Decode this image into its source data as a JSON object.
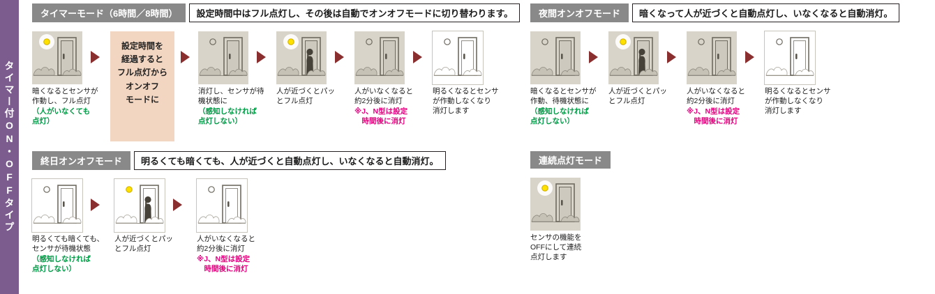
{
  "sidebar": {
    "label": "タイマー付ON・OFFタイプ"
  },
  "colors": {
    "sidebar_bg": "#7c5b8e",
    "header_bg": "#898989",
    "header_text": "#ffffff",
    "desc_border": "#231f20",
    "arrow": "#8a2f30",
    "scene_dark_bg": "#d9d4ca",
    "scene_bright_bg": "#ffffff",
    "lamp_on": "#ffe100",
    "glow": "#ffffff",
    "note_green": "#009944",
    "note_magenta": "#e4007f",
    "textbox_bg": "#f3d6c1"
  },
  "sections": [
    {
      "title": "タイマーモード（6時間／8時間）",
      "description": "設定時間中はフル点灯し、その後は自動でオンオフモードに切り替わります。",
      "steps": [
        {
          "scene": "dark-lit",
          "caption": "暗くなるとセンサが\n作動し、フル点灯",
          "note_green": "（人がいなくても\n点灯）"
        },
        {
          "textbox": "設定時間を\n経過すると\nフル点灯から\nオンオフ\nモードに"
        },
        {
          "scene": "dark-off",
          "caption": "消灯し、センサが待\n機状態に",
          "note_green": "（感知しなければ\n点灯しない）"
        },
        {
          "scene": "dark-person-lit",
          "caption": "人が近づくとパッ\nとフル点灯"
        },
        {
          "scene": "dark-off",
          "caption": "人がいなくなると\n約2分後に消灯",
          "note_magenta": "※J、N型は設定\n　時間後に消灯"
        },
        {
          "scene": "bright-off",
          "caption": "明るくなるとセンサ\nが作動しなくなり\n消灯します"
        }
      ]
    },
    {
      "title": "夜間オンオフモード",
      "description": "暗くなって人が近づくと自動点灯し、いなくなると自動消灯。",
      "steps": [
        {
          "scene": "dark-off",
          "caption": "暗くなるとセンサが\n作動、待機状態に",
          "note_green": "（感知しなければ\n点灯しない）"
        },
        {
          "scene": "dark-person-lit",
          "caption": "人が近づくとパッ\nとフル点灯"
        },
        {
          "scene": "dark-off",
          "caption": "人がいなくなると\n約2分後に消灯",
          "note_magenta": "※J、N型は設定\n　時間後に消灯"
        },
        {
          "scene": "bright-off",
          "caption": "明るくなるとセンサ\nが作動しなくなり\n消灯します"
        }
      ]
    },
    {
      "title": "終日オンオフモード",
      "description": "明るくても暗くても、人が近づくと自動点灯し、いなくなると自動消灯。",
      "steps": [
        {
          "scene": "bright-off",
          "caption": "明るくても暗くても、\nセンサが待機状態",
          "note_green": "（感知しなければ\n点灯しない）"
        },
        {
          "scene": "bright-person-lit",
          "caption": "人が近づくとパッ\nとフル点灯"
        },
        {
          "scene": "bright-off",
          "caption": "人がいなくなると\n約2分後に消灯",
          "note_magenta": "※J、N型は設定\n　時間後に消灯"
        }
      ]
    },
    {
      "title": "連続点灯モード",
      "description": "",
      "steps": [
        {
          "scene": "dark-lit",
          "caption": "センサの機能を\nOFFにして連続\n点灯します"
        }
      ]
    }
  ]
}
